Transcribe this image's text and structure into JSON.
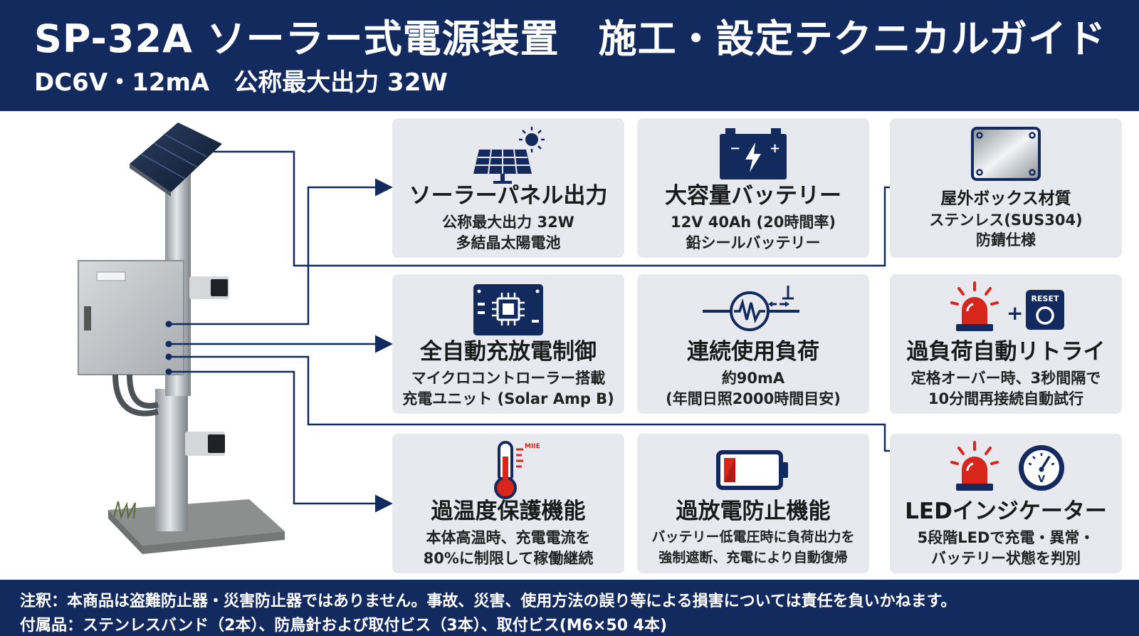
{
  "header": {
    "title": "SP-32A ソーラー式電源装置　施工・設定テクニカルガイド",
    "subtitle": "DC6V・12mA　公称最大出力 32W"
  },
  "features": [
    {
      "icon": "solar-panel-icon",
      "title": "ソーラーパネル出力",
      "line1": "公称最大出力 32W",
      "line2": "多結晶太陽電池"
    },
    {
      "icon": "battery-icon",
      "title": "大容量バッテリー",
      "line1": "12V 40Ah (20時間率)",
      "line2": "鉛シールバッテリー"
    },
    {
      "icon": "stainless-plate-icon",
      "title": "屋外ボックス材質",
      "line1": "ステンレス(SUS304)",
      "line2": "防錆仕様"
    },
    {
      "icon": "microcontroller-board-icon",
      "title": "全自動充放電制御",
      "line1": "マイクロコントローラー搭載",
      "line2": "充電ユニット (Solar Amp B)"
    },
    {
      "icon": "load-resistor-icon",
      "title": "連続使用負荷",
      "line1": "約90mA",
      "line2": "(年間日照2000時間目安)"
    },
    {
      "icon": "alarm-reset-icon",
      "title": "過負荷自動リトライ",
      "line1": "定格オーバー時、3秒間隔で",
      "line2": "10分間再接続自動試行",
      "reset_label": "RESET"
    },
    {
      "icon": "thermometer-icon",
      "title": "過温度保護機能",
      "line1": "本体高温時、充電電流を",
      "line2": "80%に制限して稼働継続",
      "thermo_label": "MIIE"
    },
    {
      "icon": "low-battery-icon",
      "title": "過放電防止機能",
      "line1": "バッテリー低電圧時に負荷出力を",
      "line2": "強制遮断、充電により自動復帰"
    },
    {
      "icon": "alarm-voltmeter-icon",
      "title": "LEDインジケーター",
      "line1": "5段階LEDで充電・異常・",
      "line2": "バッテリー状態を判別",
      "meter_label": "V"
    }
  ],
  "footer": {
    "note": "注釈：本商品は盗難防止器・災害防止器ではありません。事故、災害、使用方法の誤り等による損害については責任を負いかねます。",
    "accessories": "付属品：ステンレスバンド（2本）、防鳥針および取付ビス（3本）、取付ビス(M6×50 4本)"
  },
  "colors": {
    "navy": "#132a5e",
    "card": "#e7e9ee",
    "alarm_red": "#d9261c"
  }
}
